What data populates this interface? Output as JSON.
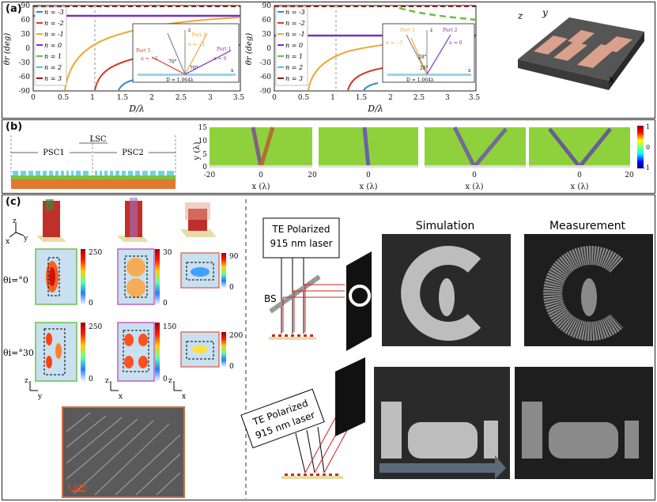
{
  "panel_a": {
    "label": "(a)",
    "plot1": {
      "ylabel": "θr (deg)",
      "xlabel": "D/λ",
      "yticks": [
        "90",
        "60",
        "30",
        "0",
        "-30",
        "-60",
        "-90"
      ],
      "xticks": [
        "0",
        "0.5",
        "1",
        "1.5",
        "2",
        "2.5",
        "3",
        "3.5"
      ],
      "legend": [
        "n = -3",
        "n = -2",
        "n = -1",
        "n = 0",
        "n = 1",
        "n = 2",
        "n = 3"
      ],
      "inset": {
        "port3": "Port 3",
        "port1": "Port 1",
        "port5": "Port 5",
        "n_m2": "n = −2",
        "n_m1": "n = −1",
        "n_0": "n = 0",
        "ang1": "70°",
        "ang2": "70°",
        "d": "D = 1.064λ",
        "zl": "z",
        "xl": "x"
      }
    },
    "plot2": {
      "ylabel": "θr (deg)",
      "xlabel": "D/λ",
      "yticks": [
        "90",
        "60",
        "30",
        "0",
        "-30",
        "-60",
        "-90"
      ],
      "xticks": [
        "0",
        "0.5",
        "1",
        "1.5",
        "2",
        "2.5",
        "3",
        "3.5"
      ],
      "legend": [
        "n = -3",
        "n = -2",
        "n = -1",
        "n = 0",
        "n = 1",
        "n = 2",
        "n = 3"
      ],
      "inset": {
        "port3": "Port 3",
        "port2": "Port 2",
        "n_m1": "n = −1",
        "n_0": "n = 0",
        "ang1": "28°",
        "ang2": "28°",
        "d": "D = 1.064λ",
        "zl": "z",
        "xl": "x"
      }
    },
    "axes3d": {
      "y": "y",
      "z": "z",
      "x": "x"
    }
  },
  "panel_b": {
    "label": "(b)",
    "lsc": "LSC",
    "psc1": "PSC1",
    "psc2": "PSC2",
    "ylabel": "y (λ)",
    "xlabel": "x (λ)",
    "yticks": [
      "15",
      "10",
      "5",
      "0"
    ],
    "xticks_first": [
      "-20",
      "0",
      "20"
    ],
    "xtick_zero": "0",
    "xtick_right": "20",
    "colorbar": [
      "1",
      "0",
      "-1"
    ]
  },
  "panel_c": {
    "label": "(c)",
    "axes": {
      "z": "z",
      "y": "y",
      "x": "x"
    },
    "row1_label": "θi=°0",
    "row2_label": "θi=°30",
    "cbars_row1": [
      [
        "250",
        "0"
      ],
      [
        "30",
        "0"
      ],
      [
        "90",
        "0"
      ]
    ],
    "cbars_row2": [
      [
        "250",
        "0"
      ],
      [
        "150",
        "0"
      ],
      [
        "200",
        "0"
      ]
    ],
    "bottom_axes": [
      {
        "v": "z",
        "h": "y"
      },
      {
        "v": "z",
        "h": "x"
      },
      {
        "v": "z",
        "h": "x"
      }
    ],
    "scale_bar": "1 μm",
    "laser1": "TE Polarized\n915 nm laser",
    "laser1_l1": "TE Polarized",
    "laser1_l2": "915 nm laser",
    "bs": "BS",
    "laser2_l1": "TE Polarized",
    "laser2_l2": "915 nm laser",
    "simulation": "Simulation",
    "measurement": "Measurement"
  }
}
